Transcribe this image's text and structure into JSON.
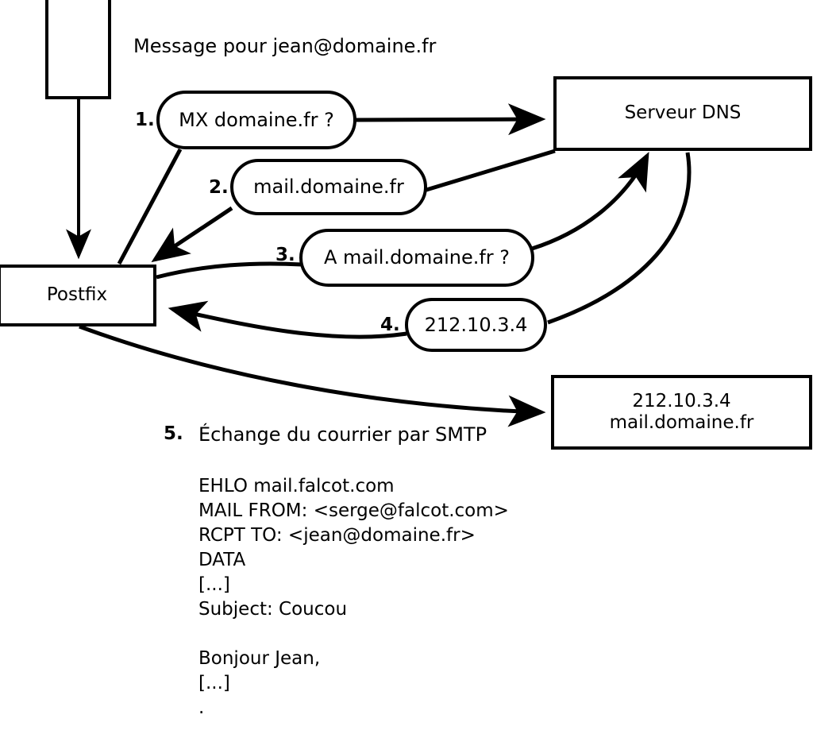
{
  "diagram": {
    "title_text": "Message pour jean@domaine.fr",
    "stroke_color": "#000000",
    "fill_color": "#ffffff",
    "nodes": {
      "client": {
        "label": ""
      },
      "postfix": {
        "label": "Postfix"
      },
      "dns": {
        "label": "Serveur DNS"
      },
      "target": {
        "line1": "212.10.3.4",
        "line2": "mail.domaine.fr"
      }
    },
    "steps": [
      {
        "num": "1.",
        "label": "MX domaine.fr ?"
      },
      {
        "num": "2.",
        "label": "mail.domaine.fr"
      },
      {
        "num": "3.",
        "label": "A mail.domaine.fr ?"
      },
      {
        "num": "4.",
        "label": "212.10.3.4"
      },
      {
        "num": "5.",
        "label": "Échange du courrier par SMTP"
      }
    ],
    "smtp_transcript": [
      "EHLO mail.falcot.com",
      "MAIL FROM: <serge@falcot.com>",
      "RCPT TO: <jean@domaine.fr>",
      "DATA",
      "[...]",
      "Subject: Coucou",
      "",
      "Bonjour Jean,",
      "[...]",
      "."
    ]
  }
}
